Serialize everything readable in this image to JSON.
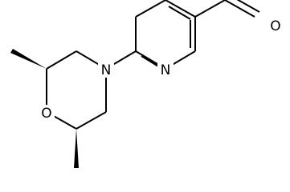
{
  "molecule": {
    "atoms": {
      "ring_nitrogen": "N",
      "pyridine_nitrogen": "N",
      "ring_oxygen": "O",
      "aldehyde_oxygen": "O"
    }
  },
  "colors": {
    "bond": "#000000",
    "background": "#ffffff"
  }
}
